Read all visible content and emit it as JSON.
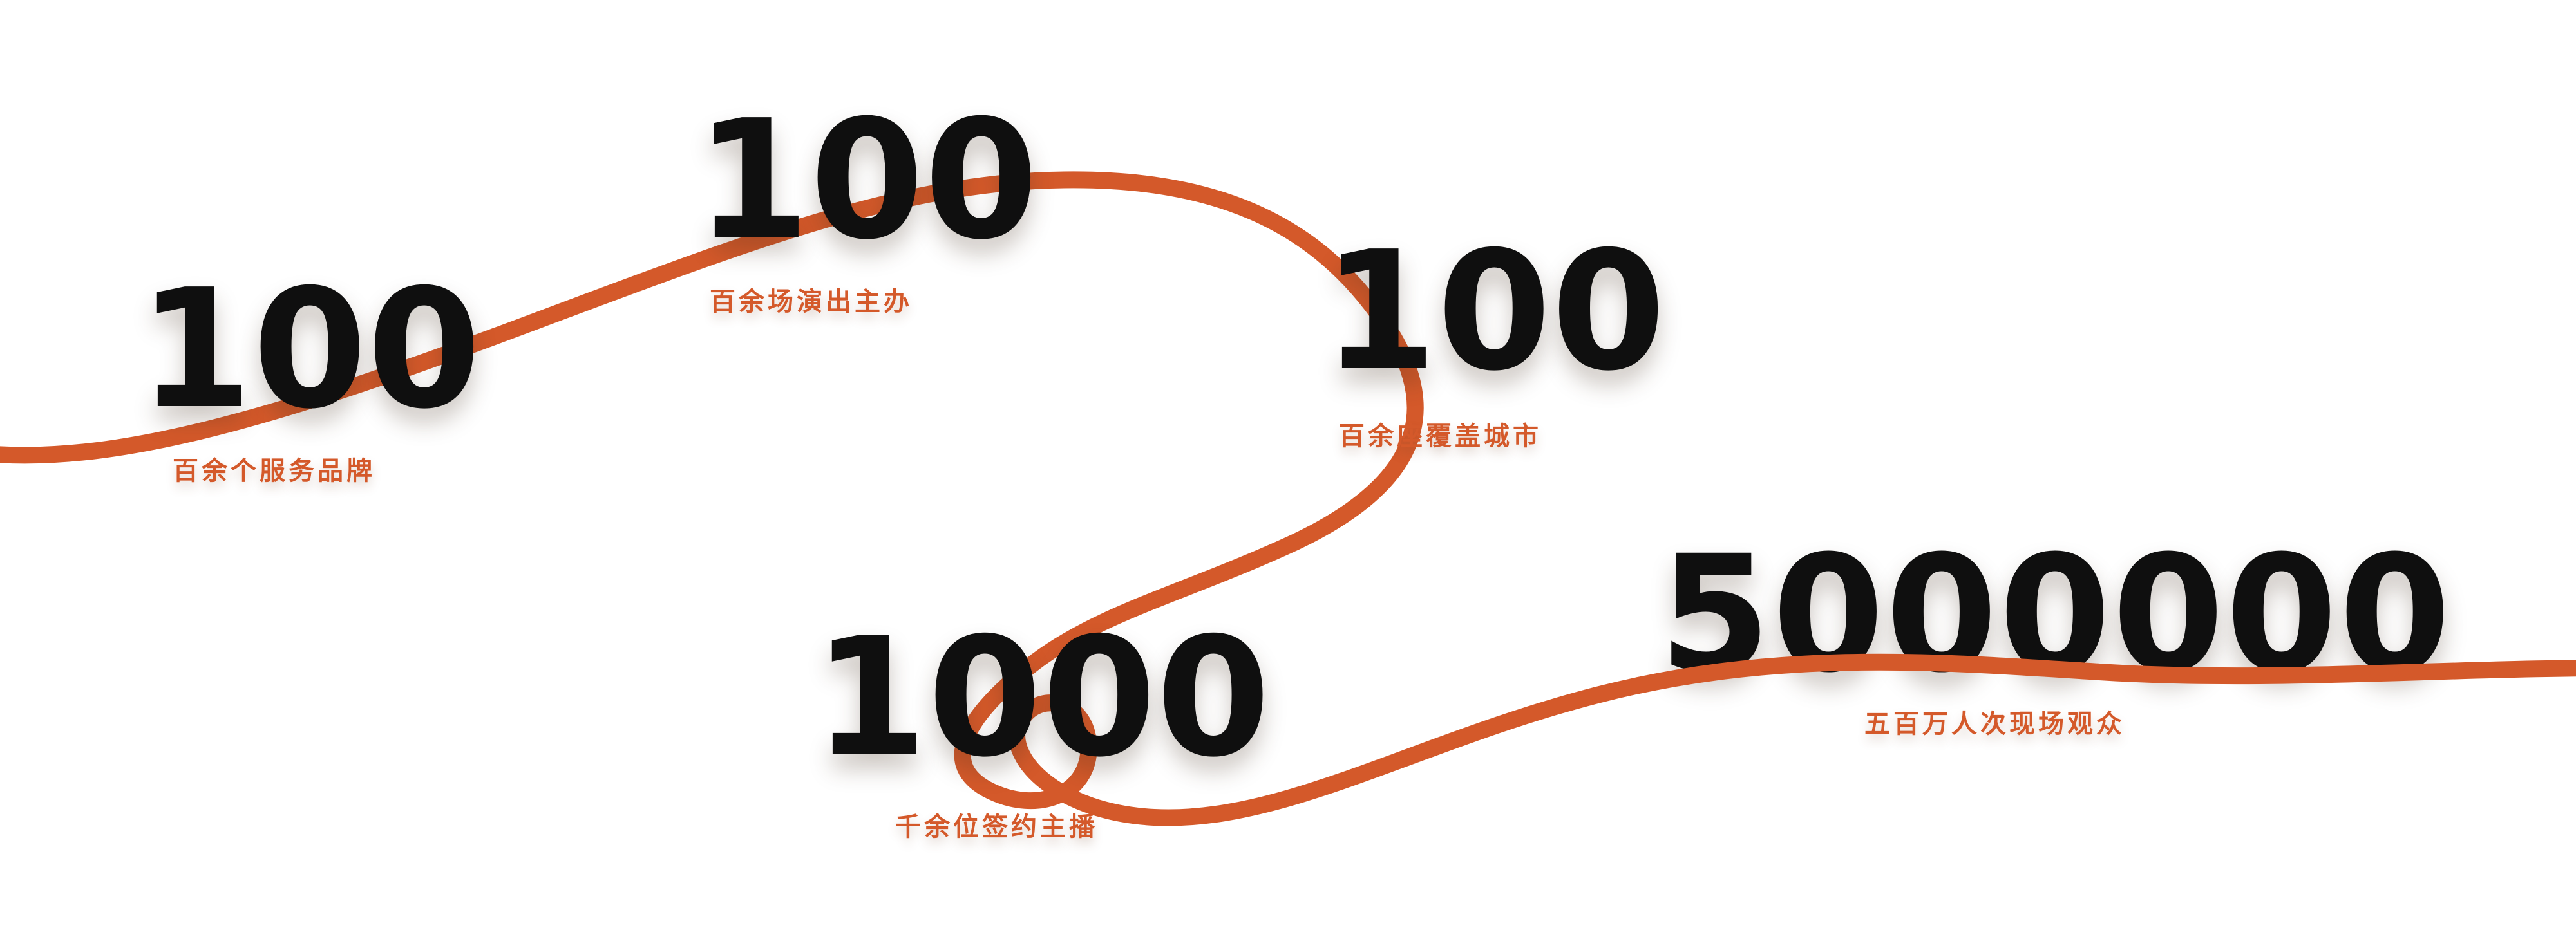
{
  "colors": {
    "accent": "#D4592A",
    "number": "#0F0F0F",
    "background": "#FFFFFF"
  },
  "stats": [
    {
      "value": "100",
      "label": "百余个服务品牌"
    },
    {
      "value": "100",
      "label": "百余场演出主办"
    },
    {
      "value": "100",
      "label": "百余座覆盖城市"
    },
    {
      "value": "1000",
      "label": "千余位签约主播"
    },
    {
      "value": "5000000",
      "label": "五百万人次现场观众"
    }
  ]
}
